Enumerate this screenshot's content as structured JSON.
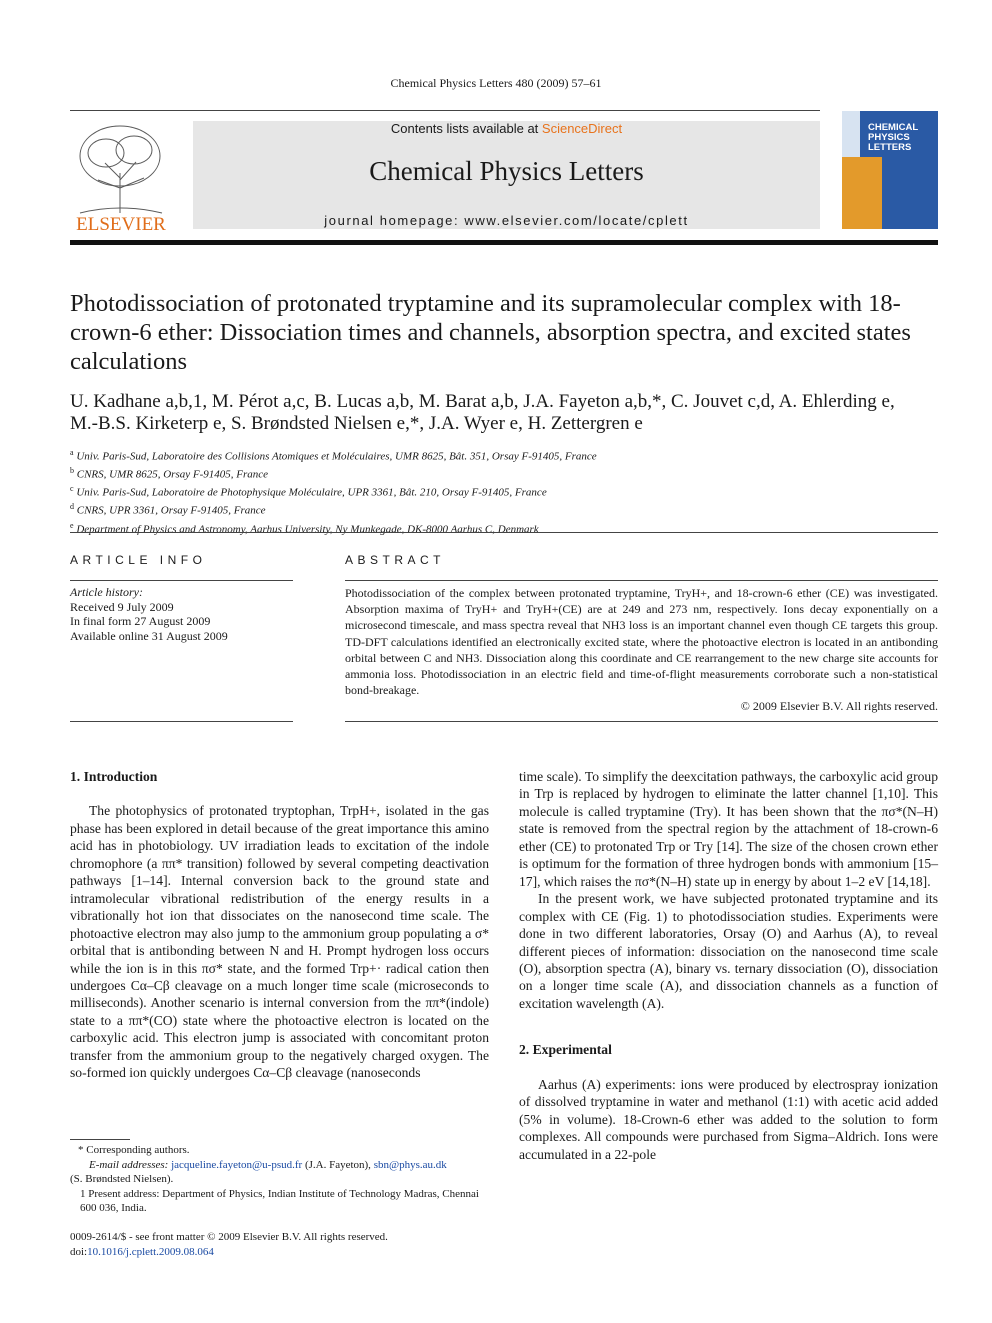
{
  "header": {
    "journal_ref": "Chemical Physics Letters 480 (2009) 57–61",
    "contents_prefix": "Contents lists available at ",
    "contents_link": "ScienceDirect",
    "journal_title": "Chemical Physics Letters",
    "homepage": "journal homepage: www.elsevier.com/locate/cplett",
    "publisher_logo_text": "ELSEVIER",
    "cover_title_lines": [
      "CHEMICAL",
      "PHYSICS",
      "LETTERS"
    ],
    "cover_color": "#2a5aa5"
  },
  "article": {
    "title": "Photodissociation of protonated tryptamine and its supramolecular complex with 18-crown-6 ether: Dissociation times and channels, absorption spectra, and excited states calculations",
    "authors_line1": "U. Kadhane a,b,1, M. Pérot a,c, B. Lucas a,b, M. Barat a,b, J.A. Fayeton a,b,*, C. Jouvet c,d, A. Ehlerding e,",
    "authors_line2": "M.-B.S. Kirketerp e, S. Brøndsted Nielsen e,*, J.A. Wyer e, H. Zettergren e",
    "affiliations": [
      {
        "mark": "a",
        "text": "Univ. Paris-Sud, Laboratoire des Collisions Atomiques et Moléculaires, UMR 8625, Bât. 351, Orsay F-91405, France"
      },
      {
        "mark": "b",
        "text": "CNRS, UMR 8625, Orsay F-91405, France"
      },
      {
        "mark": "c",
        "text": "Univ. Paris-Sud, Laboratoire de Photophysique Moléculaire, UPR 3361, Bât. 210, Orsay F-91405, France"
      },
      {
        "mark": "d",
        "text": "CNRS, UPR 3361, Orsay F-91405, France"
      },
      {
        "mark": "e",
        "text": "Department of Physics and Astronomy, Aarhus University, Ny Munkegade, DK-8000 Aarhus C, Denmark"
      }
    ]
  },
  "article_info": {
    "heading": "ARTICLE INFO",
    "history_heading": "Article history:",
    "history": [
      "Received 9 July 2009",
      "In final form 27 August 2009",
      "Available online 31 August 2009"
    ]
  },
  "abstract": {
    "heading": "ABSTRACT",
    "text": "Photodissociation of the complex between protonated tryptamine, TryH+, and 18-crown-6 ether (CE) was investigated. Absorption maxima of TryH+ and TryH+(CE) are at 249 and 273 nm, respectively. Ions decay exponentially on a microsecond timescale, and mass spectra reveal that NH3 loss is an important channel even though CE targets this group. TD-DFT calculations identified an electronically excited state, where the photoactive electron is located in an antibonding orbital between C and NH3. Dissociation along this coordinate and CE rearrangement to the new charge site accounts for ammonia loss. Photodissociation in an electric field and time-of-flight measurements corroborate such a non-statistical bond-breakage.",
    "copyright": "© 2009 Elsevier B.V. All rights reserved."
  },
  "body": {
    "intro_heading": "1. Introduction",
    "intro_p1": "The photophysics of protonated tryptophan, TrpH+, isolated in the gas phase has been explored in detail because of the great importance this amino acid has in photobiology. UV irradiation leads to excitation of the indole chromophore (a ππ* transition) followed by several competing deactivation pathways [1–14]. Internal conversion back to the ground state and intramolecular vibrational redistribution of the energy results in a vibrationally hot ion that dissociates on the nanosecond time scale. The photoactive electron may also jump to the ammonium group populating a σ* orbital that is antibonding between N and H. Prompt hydrogen loss occurs while the ion is in this πσ* state, and the formed Trp+· radical cation then undergoes Cα–Cβ cleavage on a much longer time scale (microseconds to milliseconds). Another scenario is internal conversion from the ππ*(indole) state to a ππ*(CO) state where the photoactive electron is located on the carboxylic acid. This electron jump is associated with concomitant proton transfer from the ammonium group to the negatively charged oxygen. The so-formed ion quickly undergoes Cα–Cβ cleavage (nanoseconds",
    "intro_cont": "time scale). To simplify the deexcitation pathways, the carboxylic acid group in Trp is replaced by hydrogen to eliminate the latter channel [1,10]. This molecule is called tryptamine (Try). It has been shown that the πσ*(N–H) state is removed from the spectral region by the attachment of 18-crown-6 ether (CE) to protonated Trp or Try [14]. The size of the chosen crown ether is optimum for the formation of three hydrogen bonds with ammonium [15–17], which raises the πσ*(N–H) state up in energy by about 1–2 eV [14,18].",
    "intro_p2": "In the present work, we have subjected protonated tryptamine and its complex with CE (Fig. 1) to photodissociation studies. Experiments were done in two different laboratories, Orsay (O) and Aarhus (A), to reveal different pieces of information: dissociation on the nanosecond time scale (O), absorption spectra (A), binary vs. ternary dissociation (O), dissociation on a longer time scale (A), and dissociation channels as a function of excitation wavelength (A).",
    "exp_heading": "2. Experimental",
    "exp_p1": "Aarhus (A) experiments: ions were produced by electrospray ionization of dissolved tryptamine in water and methanol (1:1) with acetic acid added (5% in volume). 18-Crown-6 ether was added to the solution to form complexes. All compounds were purchased from Sigma–Aldrich. Ions were accumulated in a 22-pole"
  },
  "footnotes": {
    "corresponding": "* Corresponding authors.",
    "email_label": "E-mail addresses: ",
    "email1": "jacqueline.fayeton@u-psud.fr",
    "email1_owner": " (J.A. Fayeton), ",
    "email2": "sbn@phys.au.dk",
    "email2_owner": "(S. Brøndsted Nielsen).",
    "present_address": "1 Present address: Department of Physics, Indian Institute of Technology Madras, Chennai 600 036, India."
  },
  "bottom": {
    "issn": "0009-2614/$ - see front matter © 2009 Elsevier B.V. All rights reserved.",
    "doi_label": "doi:",
    "doi": "10.1016/j.cplett.2009.08.064"
  }
}
